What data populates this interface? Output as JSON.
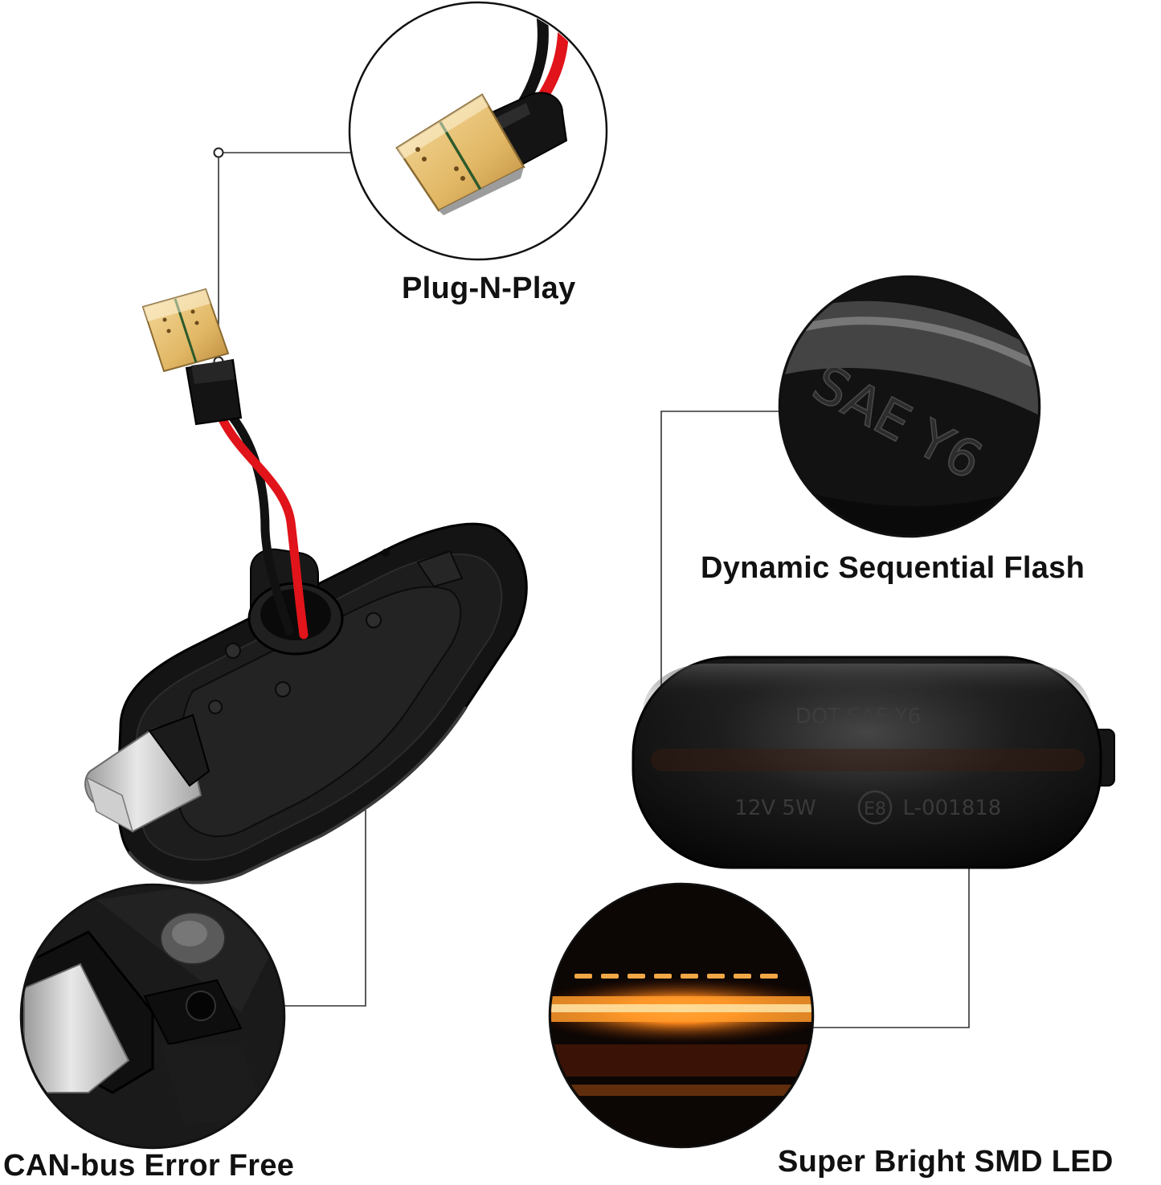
{
  "features": {
    "plug_n_play": "Plug-N-Play",
    "dynamic_sequential_flash": "Dynamic Sequential Flash",
    "super_bright_smd_led": "Super Bright SMD LED",
    "canbus_error_free": "CAN-bus Error Free"
  },
  "lens_markings": {
    "line1": "DOT SAE Y6",
    "line2_left": "12V 5W",
    "line2_mark": "E8",
    "line2_right": "L-001818",
    "closeup_text": "SAE Y6"
  },
  "colors": {
    "background": "#ffffff",
    "housing": "#151515",
    "wire_red": "#e0141a",
    "wire_black": "#111111",
    "connector_gold": "#e7c577",
    "led_amber": "#ff8a1c",
    "callout_line": "#333333"
  }
}
